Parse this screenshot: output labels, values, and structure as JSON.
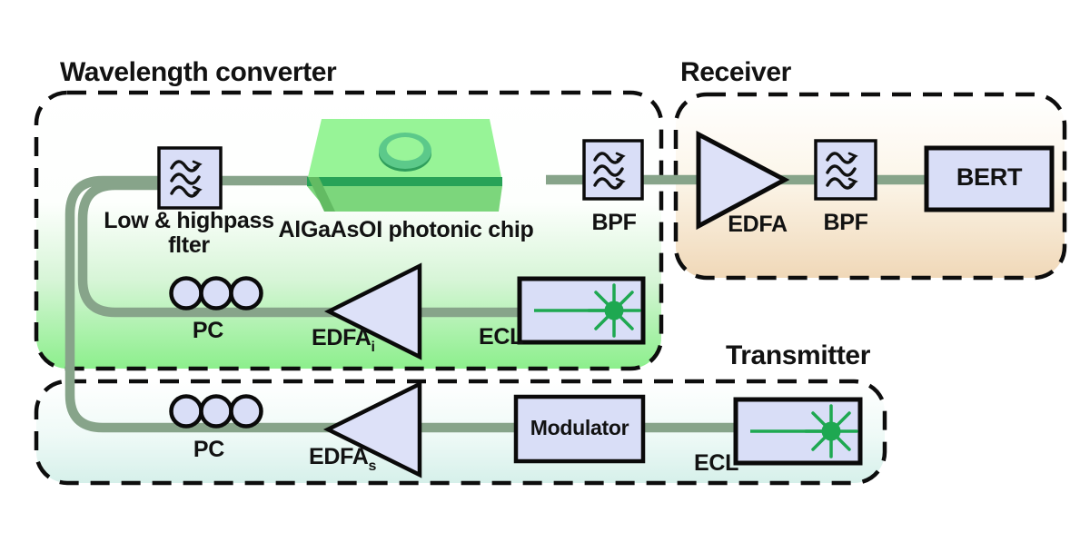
{
  "wavelength_converter": {
    "title": "Wavelength converter",
    "filter_label_line1": "Low & highpass",
    "filter_label_line2": "flter",
    "chip_label": "AlGaAsOI photonic chip",
    "bpf_label": "BPF",
    "pc_label": "PC",
    "edfa_base": "EDFA",
    "edfa_sub": "i",
    "ecl_label": "ECL"
  },
  "receiver": {
    "title": "Receiver",
    "edfa_label": "EDFA",
    "bpf_label": "BPF",
    "bert_label": "BERT"
  },
  "transmitter": {
    "title": "Transmitter",
    "pc_label": "PC",
    "edfa_base": "EDFA",
    "edfa_sub": "s",
    "modulator_label": "Modulator",
    "ecl_label": "ECL"
  },
  "colors": {
    "fiber_line": "#87a48a",
    "component_fill": "#d9def7",
    "component_stroke": "#0a0a0a",
    "laser_green": "#1ea851",
    "chip_top": "#97f497",
    "chip_front": "#7cd67c",
    "chip_side": "#63bb63",
    "chip_waveguide": "#28a257",
    "ring_edge": "#5cc98a",
    "panel_converter_bottom": "#8cef8c",
    "panel_receiver_bottom": "#f0d8b8",
    "panel_transmitter_bottom": "#d6f0ea",
    "dashed_border": "#0d0d0d"
  }
}
